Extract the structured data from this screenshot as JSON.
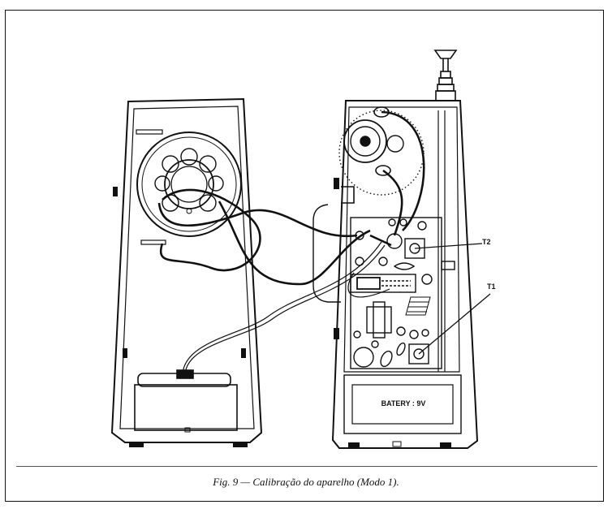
{
  "caption": "Fig. 9 — Calibração do aparelho (Modo 1).",
  "labels": {
    "battery": "BATERY : 9V",
    "t2": "T2",
    "t1": "T1"
  },
  "colors": {
    "ink": "#111111",
    "paper": "#ffffff"
  }
}
